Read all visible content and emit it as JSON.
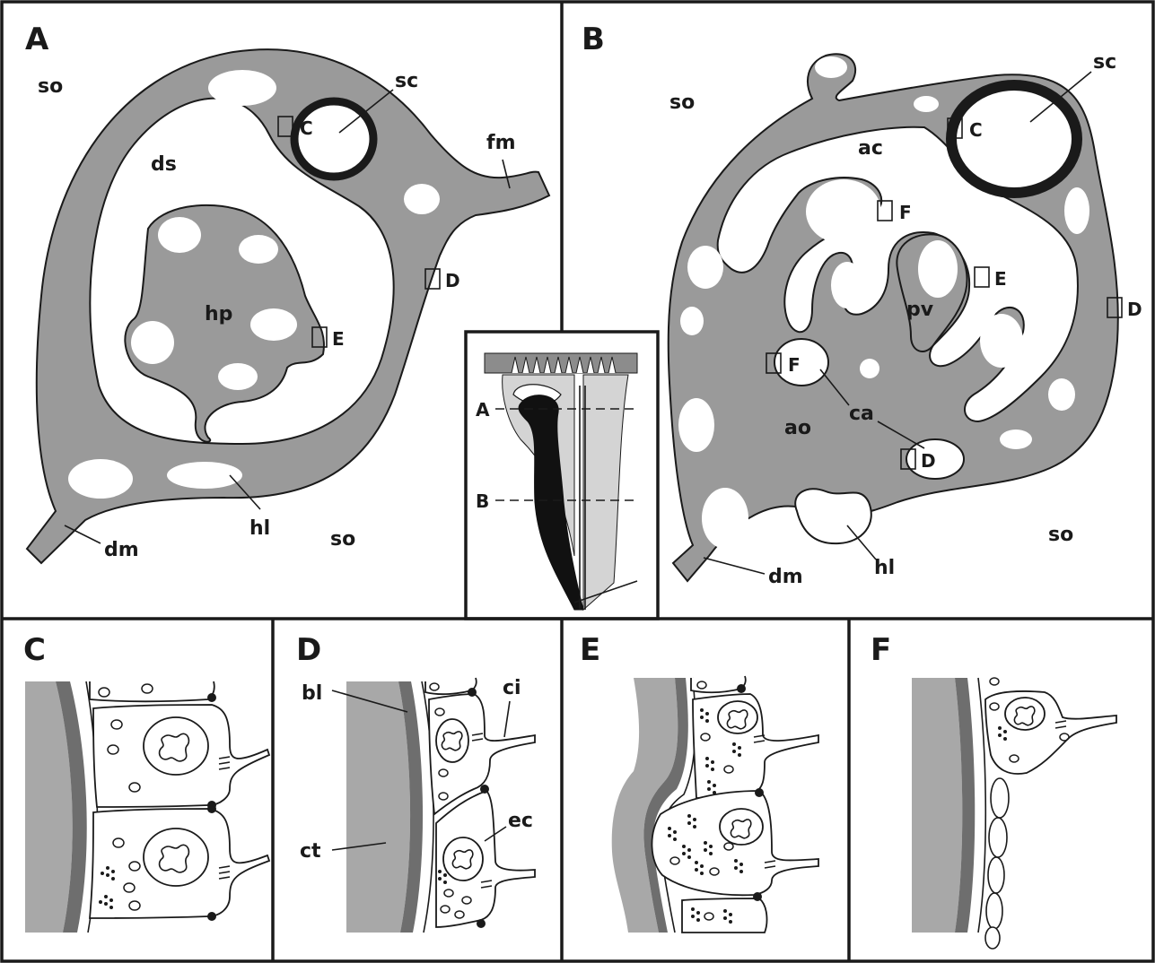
{
  "panels": {
    "A": "A",
    "B": "B",
    "C": "C",
    "D": "D",
    "E": "E",
    "F": "F"
  },
  "panel_a": {
    "so_top": "so",
    "so_bottom": "so",
    "ds": "ds",
    "hp": "hp",
    "sc": "sc",
    "fm": "fm",
    "hl": "hl",
    "dm": "dm",
    "box_c": "C",
    "box_d": "D",
    "box_e": "E"
  },
  "panel_b": {
    "so_top": "so",
    "so_bottom": "so",
    "ac": "ac",
    "ao": "ao",
    "pv": "pv",
    "sc": "sc",
    "ca": "ca",
    "hl": "hl",
    "dm": "dm",
    "box_c": "C",
    "box_d_right": "D",
    "box_d_inner": "D",
    "box_e": "E",
    "box_f_upper": "F",
    "box_f_lower": "F"
  },
  "inset": {
    "level_a": "A",
    "level_b": "B"
  },
  "panel_d": {
    "bl": "bl",
    "ci": "ci",
    "ct": "ct",
    "ec": "ec"
  },
  "colors": {
    "tissue": "#9a9a9a",
    "connective": "#a8a8a8",
    "basal_lamina": "#6e6e6e",
    "outline": "#1a1a1a"
  }
}
